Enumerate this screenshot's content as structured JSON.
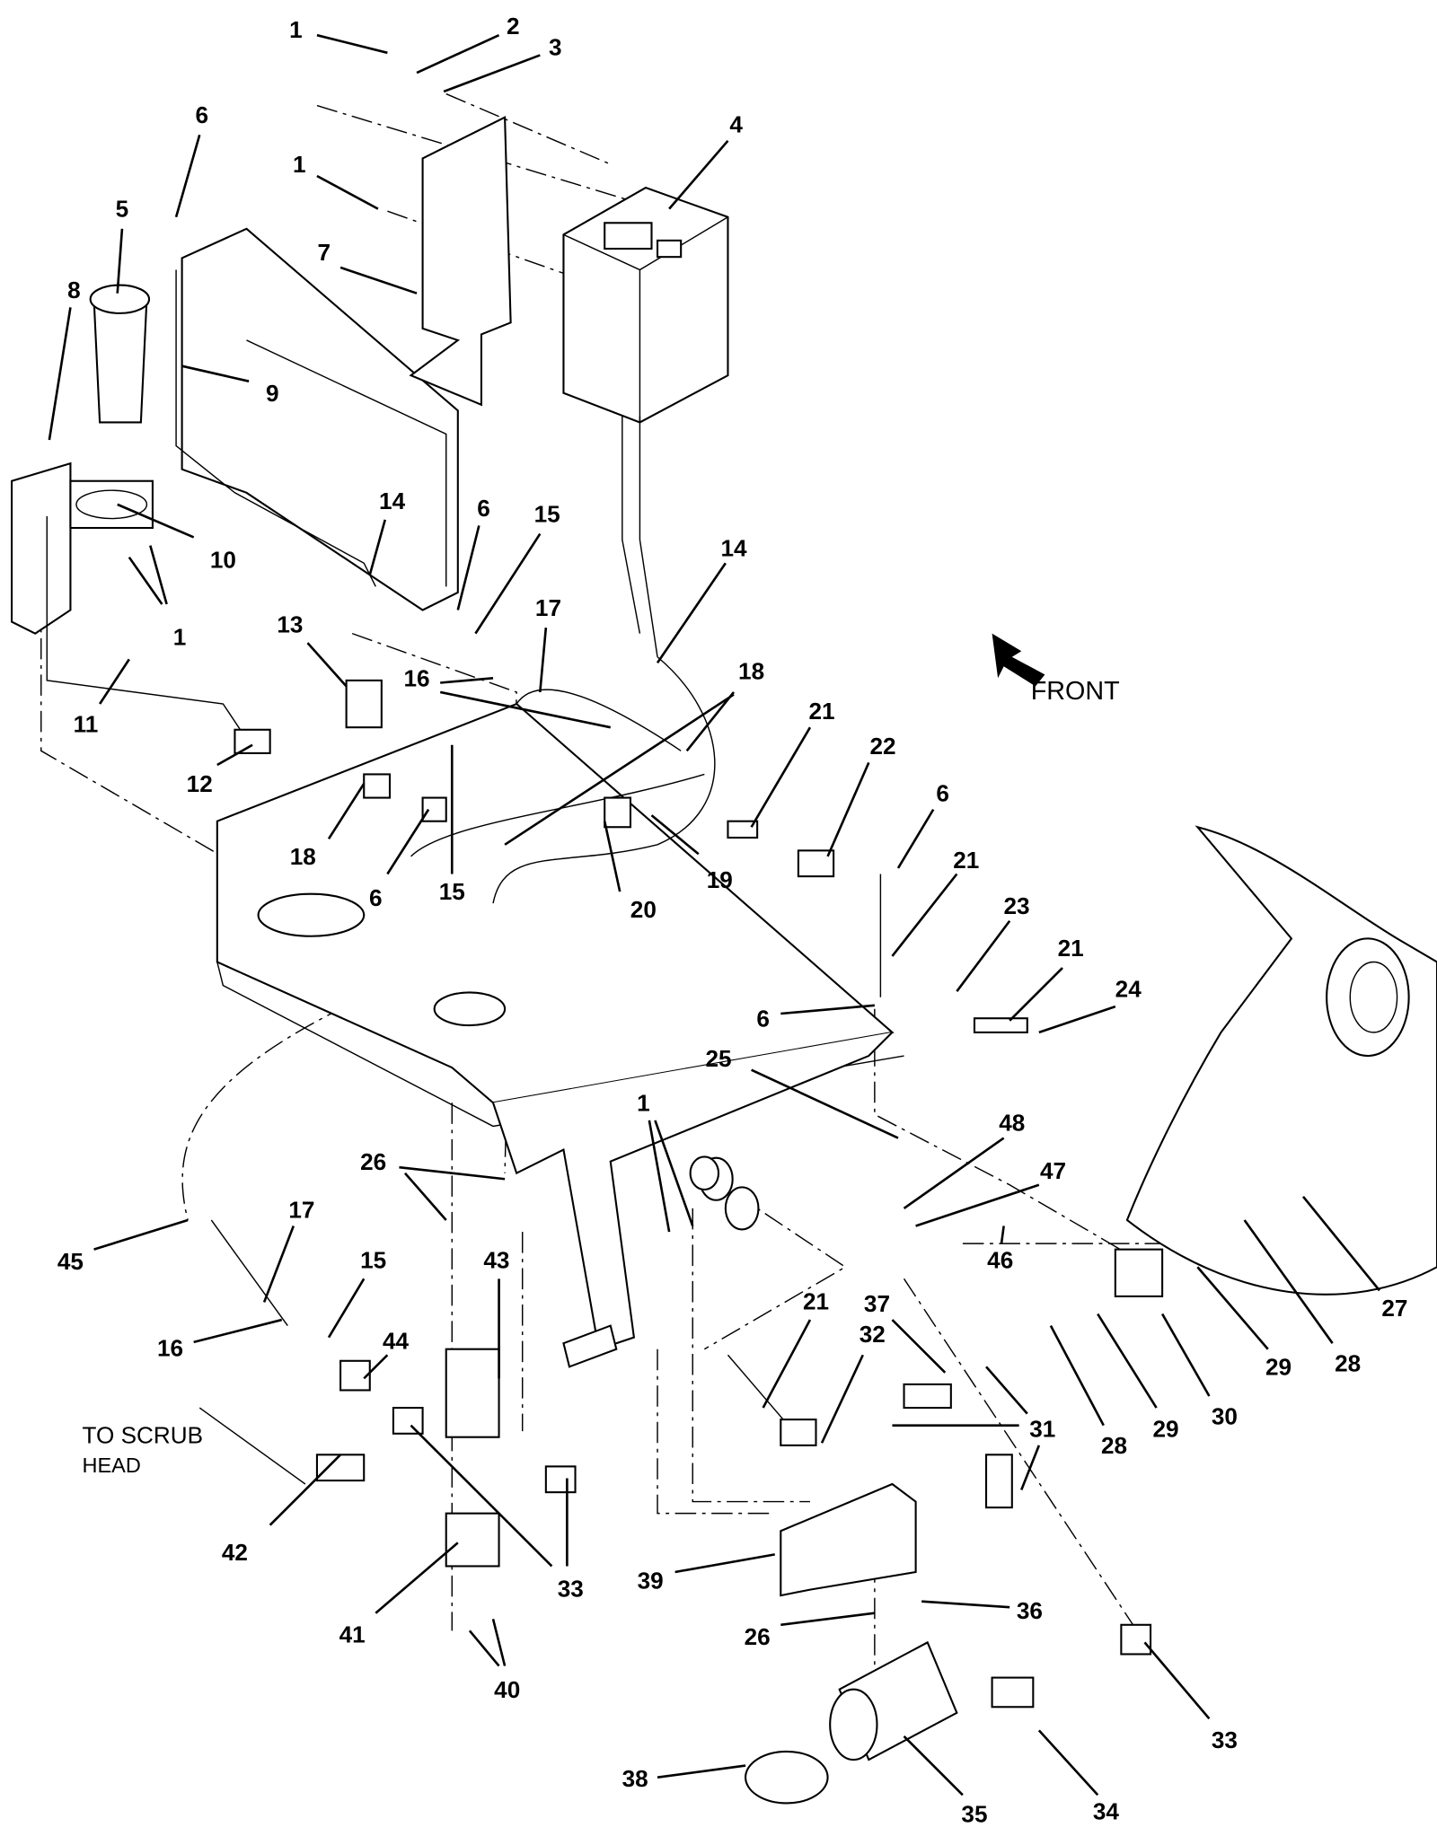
{
  "diagram": {
    "callouts": [
      "1",
      "2",
      "3",
      "1",
      "4",
      "5",
      "6",
      "7",
      "8",
      "9",
      "10",
      "1",
      "11",
      "12",
      "13",
      "14",
      "6",
      "15",
      "17",
      "16",
      "14",
      "18",
      "18",
      "6",
      "15",
      "19",
      "20",
      "21",
      "22",
      "6",
      "21",
      "23",
      "21",
      "24",
      "6",
      "25",
      "48",
      "47",
      "46",
      "1",
      "26",
      "45",
      "17",
      "16",
      "15",
      "44",
      "43",
      "42",
      "41",
      "33",
      "40",
      "39",
      "26",
      "36",
      "38",
      "35",
      "34",
      "33",
      "37",
      "21",
      "32",
      "31",
      "28",
      "29",
      "30",
      "29",
      "28",
      "27"
    ],
    "direction_label": "FRONT",
    "note_line1": "TO SCRUB",
    "note_line2": "HEAD",
    "icons": {
      "direction_arrow": "arrow-up-left-icon"
    }
  }
}
